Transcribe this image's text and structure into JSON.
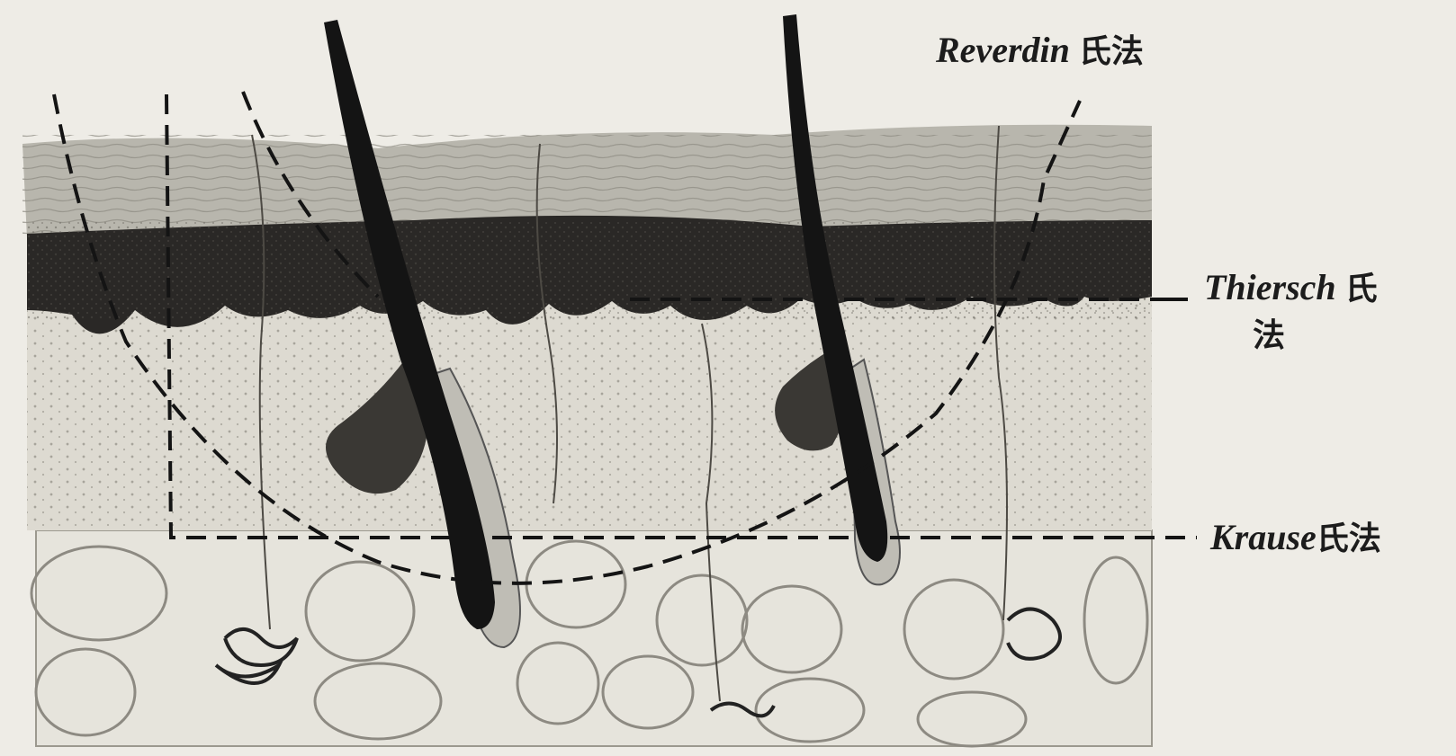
{
  "labels": {
    "reverdin": {
      "latin": "Reverdin",
      "cjk": "氏法"
    },
    "thiersch": {
      "latin": "Thiersch",
      "cjk_line1": "氏",
      "cjk_line2": "法"
    },
    "krause": {
      "latin": "Krause",
      "cjk": "氏法"
    }
  },
  "colors": {
    "background": "#eeece6",
    "epidermis_surface": "#b8b6ad",
    "epidermis_deep": "#2a2826",
    "dermis": "#dddad1",
    "subcutis": "#e6e4dc",
    "ink": "#141414"
  }
}
